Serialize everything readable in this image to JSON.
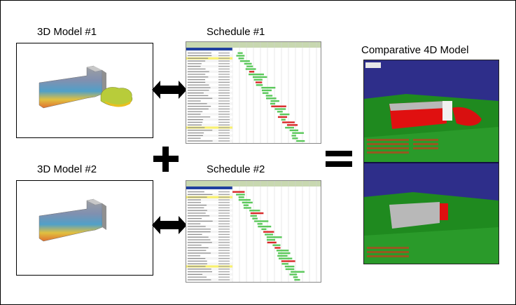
{
  "titles": {
    "model1": "3D Model #1",
    "model2": "3D Model #2",
    "schedule1": "Schedule #1",
    "schedule2": "Schedule #2",
    "comparative": "Comparative 4D Model"
  },
  "operators": {
    "plus": "+",
    "equals": "="
  },
  "icons": {
    "arrow_top": "double-arrow-icon",
    "arrow_bottom": "double-arrow-icon"
  },
  "colors": {
    "gantt_bar": "#5ac85a",
    "critical_bar": "#d82828",
    "sky": "#2e2e8a",
    "ground": "#1f8a1f",
    "building_grey": "#b8b8b8",
    "building_red": "#e01010"
  }
}
